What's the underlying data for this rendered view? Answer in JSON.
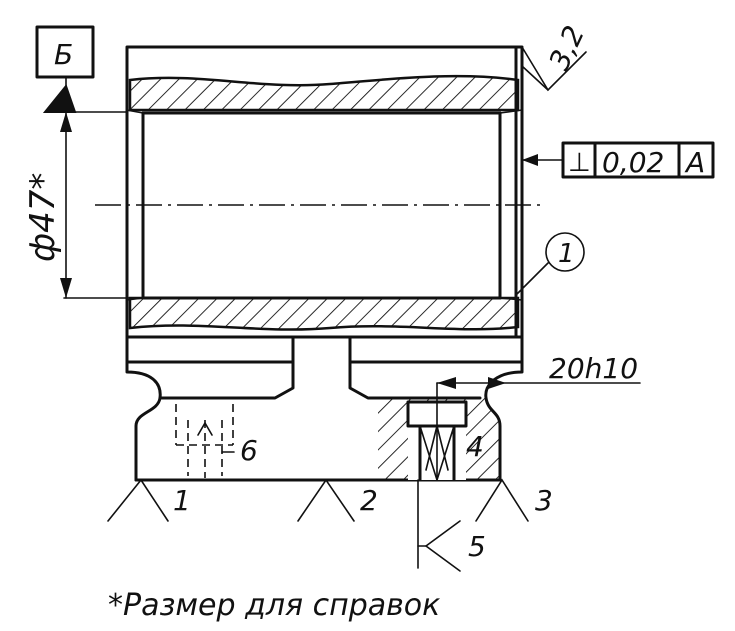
{
  "labels": {
    "datum_b": "Б",
    "roughness": "3,2",
    "perpendicularity_symbol": "⊥",
    "perpendicularity_value": "0,02",
    "perpendicularity_datum": "A",
    "diameter": "ф47*",
    "callout_1": "1",
    "fit": "20h10",
    "callout_4": "4",
    "callout_6": "6",
    "support_1": "1",
    "support_2": "2",
    "support_3": "3",
    "callout_5": "5",
    "footnote": "*Размер для справок"
  }
}
